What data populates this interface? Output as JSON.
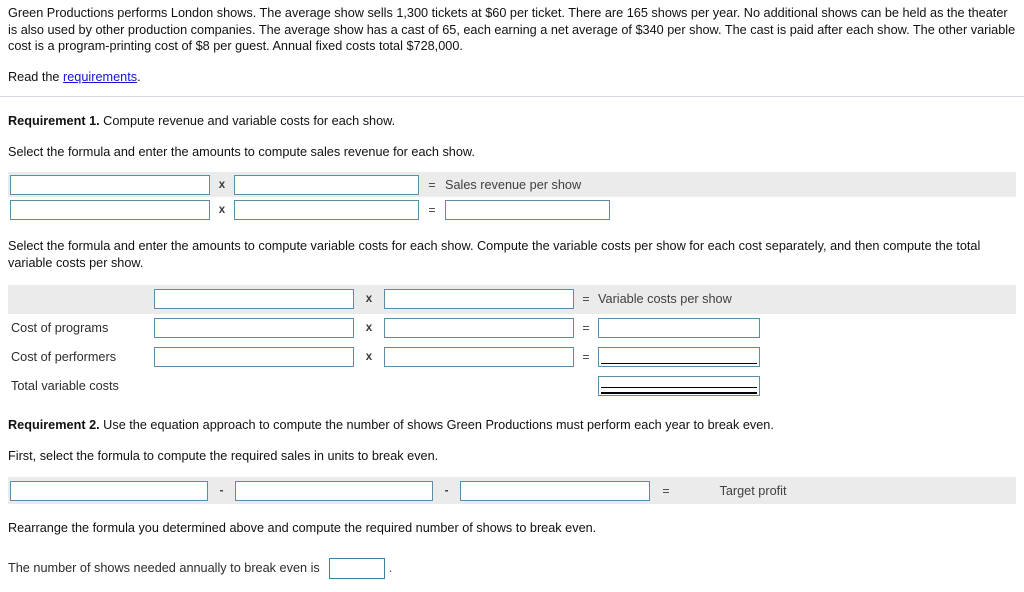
{
  "intro": {
    "paragraph": "Green Productions performs London shows. The average show sells 1,300 tickets at $60 per ticket. There are 165 shows per year. No additional shows can be held as the theater is also used by other production companies. The average show has a cast of 65, each earning a net average of $340 per show. The cast is paid after each show. The other variable cost is a program-printing cost of $8 per guest. Annual fixed costs total $728,000.",
    "read_prefix": "Read the ",
    "link_text": "requirements",
    "read_suffix": "."
  },
  "requirement1": {
    "heading_bold": "Requirement 1.",
    "heading_rest": " Compute revenue and variable costs for each show.",
    "instruction_revenue": "Select the formula and enter the amounts to compute sales revenue for each show.",
    "revenue_result_label": "Sales revenue per show",
    "instruction_variable": "Select the formula and enter the amounts to compute variable costs for each show. Compute the variable costs per show for each cost separately, and then compute the total variable costs per show.",
    "variable_result_label": "Variable costs per show",
    "row_labels": {
      "programs": "Cost of programs",
      "performers": "Cost of performers",
      "total": "Total variable costs"
    }
  },
  "requirement2": {
    "heading_bold": "Requirement 2.",
    "heading_rest": " Use the equation approach to compute the number of shows Green Productions must perform each year to break even.",
    "instruction_first": "First, select the formula to compute the required sales in units to break even.",
    "target_label": "Target profit",
    "instruction_rearrange": "Rearrange the formula you determined above and compute the required number of shows to break even.",
    "final_label": "The number of shows needed annually to break even is",
    "final_period": "."
  },
  "operators": {
    "times": "x",
    "minus": "-",
    "equals": "="
  },
  "fields": {
    "revenue_row1_a": "",
    "revenue_row1_b": "",
    "revenue_row2_a": "",
    "revenue_row2_b": "",
    "revenue_row2_result": "",
    "vc_header_a": "",
    "vc_header_b": "",
    "vc_programs_a": "",
    "vc_programs_b": "",
    "vc_programs_result": "",
    "vc_performers_a": "",
    "vc_performers_b": "",
    "vc_performers_result": "",
    "vc_total_result": "",
    "req2_a": "",
    "req2_b": "",
    "req2_c": "",
    "final_answer": ""
  },
  "colors": {
    "input_border": "#5b8ca8",
    "shaded_row": "#ebebeb",
    "link": "#1414d6",
    "divider": "#d7d9e0"
  }
}
